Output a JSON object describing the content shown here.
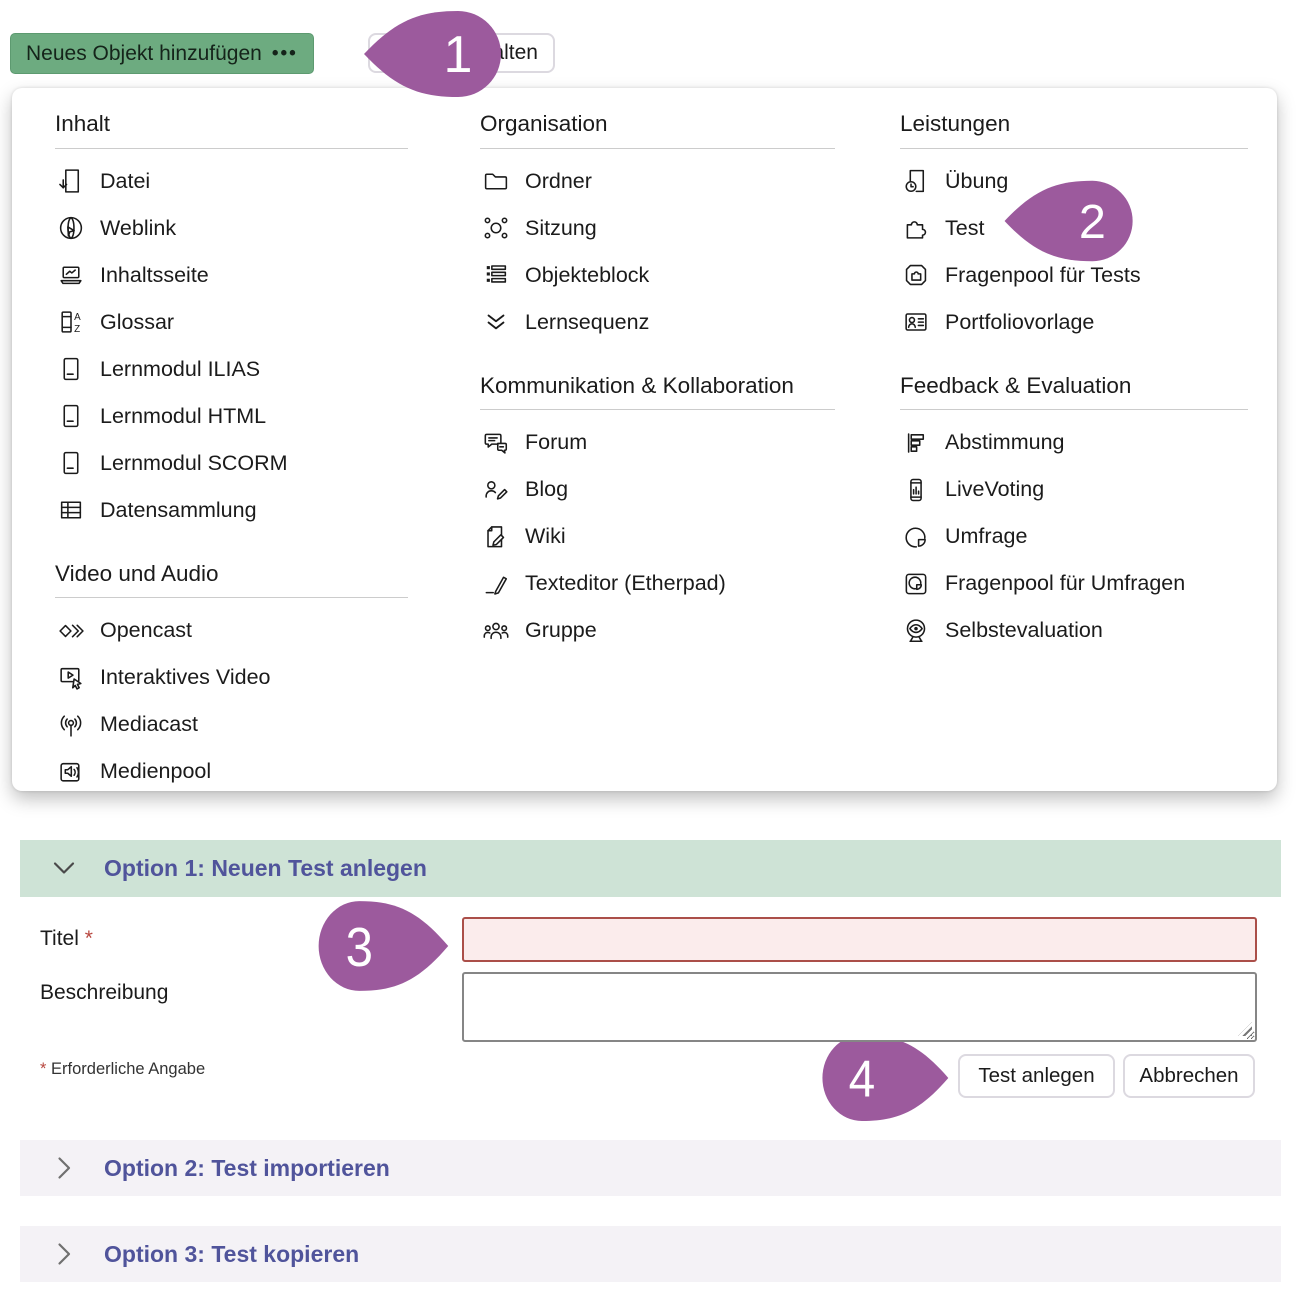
{
  "toolbar": {
    "add_object_button": {
      "label": "Neues Objekt hinzufügen",
      "ellipsis": "•••"
    },
    "partial_button": {
      "visible_label": "alten"
    }
  },
  "callouts": {
    "step1": "1",
    "step2": "2",
    "step3": "3",
    "step4": "4"
  },
  "menu": {
    "columns": [
      {
        "sections": [
          {
            "title": "Inhalt",
            "items": [
              {
                "label": "Datei",
                "icon": "file-download-icon"
              },
              {
                "label": "Weblink",
                "icon": "globe-icon"
              },
              {
                "label": "Inhaltsseite",
                "icon": "laptop-icon"
              },
              {
                "label": "Glossar",
                "icon": "glossary-icon"
              },
              {
                "label": "Lernmodul ILIAS",
                "icon": "learning-module-icon"
              },
              {
                "label": "Lernmodul HTML",
                "icon": "learning-module-icon"
              },
              {
                "label": "Lernmodul SCORM",
                "icon": "learning-module-icon"
              },
              {
                "label": "Datensammlung",
                "icon": "table-icon"
              }
            ]
          },
          {
            "title": "Video und Audio",
            "items": [
              {
                "label": "Opencast",
                "icon": "opencast-icon"
              },
              {
                "label": "Interaktives Video",
                "icon": "interactive-video-icon"
              },
              {
                "label": "Mediacast",
                "icon": "broadcast-icon"
              },
              {
                "label": "Medienpool",
                "icon": "media-pool-icon"
              }
            ]
          }
        ]
      },
      {
        "sections": [
          {
            "title": "Organisation",
            "items": [
              {
                "label": "Ordner",
                "icon": "folder-icon"
              },
              {
                "label": "Sitzung",
                "icon": "session-icon"
              },
              {
                "label": "Objekteblock",
                "icon": "object-block-icon"
              },
              {
                "label": "Lernsequenz",
                "icon": "learning-sequence-icon"
              }
            ]
          },
          {
            "title": "Kommunikation & Kollabo­ration",
            "items": [
              {
                "label": "Forum",
                "icon": "forum-icon"
              },
              {
                "label": "Blog",
                "icon": "blog-icon"
              },
              {
                "label": "Wiki",
                "icon": "wiki-icon"
              },
              {
                "label": "Texteditor (Etherpad)",
                "icon": "text-editor-icon"
              },
              {
                "label": "Gruppe",
                "icon": "group-icon"
              }
            ]
          }
        ]
      },
      {
        "sections": [
          {
            "title": "Leistungen",
            "items": [
              {
                "label": "Übung",
                "icon": "exercise-icon"
              },
              {
                "label": "Test",
                "icon": "puzzle-icon"
              },
              {
                "label": "Fragenpool für Tests",
                "icon": "question-pool-test-icon"
              },
              {
                "label": "Portfoliovorlage",
                "icon": "portfolio-template-icon"
              }
            ]
          },
          {
            "title": "Feedback & Evaluation",
            "items": [
              {
                "label": "Abstimmung",
                "icon": "poll-icon"
              },
              {
                "label": "LiveVoting",
                "icon": "live-voting-icon"
              },
              {
                "label": "Umfrage",
                "icon": "survey-icon"
              },
              {
                "label": "Fragenpool für Umfragen",
                "icon": "question-pool-survey-icon"
              },
              {
                "label": "Selbstevaluation",
                "icon": "self-evaluation-icon"
              }
            ]
          }
        ]
      }
    ]
  },
  "form": {
    "option1_title": "Option 1: Neuen Test anlegen",
    "title_field": {
      "label": "Titel",
      "required_marker": "*",
      "value": ""
    },
    "description_field": {
      "label": "Beschreibung",
      "value": ""
    },
    "required_note": {
      "marker": "*",
      "text": "Erforderliche Angabe"
    },
    "submit_button": "Test anlegen",
    "cancel_button": "Abbrechen",
    "option2_title": "Option 2: Test importieren",
    "option3_title": "Option 3: Test kopieren"
  },
  "colors": {
    "primary_button_green": "#6dab80",
    "callout_purple": "#9c5a9d",
    "accordion_open_bg": "#cee3d6",
    "accordion_collapsed_bg": "#f4f2f6",
    "accordion_title_purple": "#50549b",
    "error_border_red": "#ab4f49",
    "error_bg_pink": "#fbecec",
    "required_red": "#b8473f"
  }
}
